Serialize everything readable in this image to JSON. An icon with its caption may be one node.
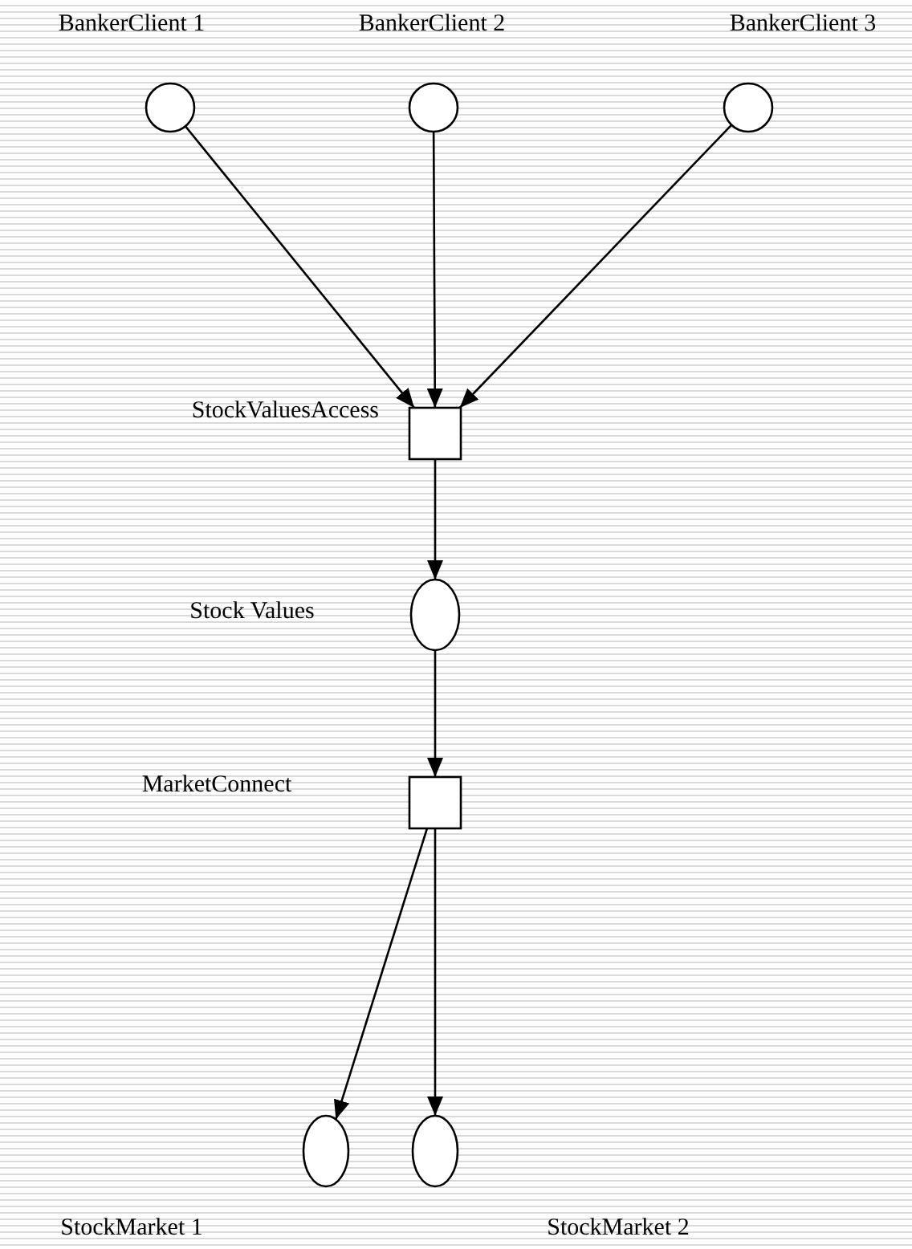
{
  "diagram": {
    "nodes": [
      {
        "text": [
          "BankerClient 1"
        ]
      },
      {
        "text": [
          "BankerClient 2"
        ]
      },
      {
        "text": [
          "BankerClient 3"
        ]
      },
      {
        "text": [
          "StockValuesAccess"
        ]
      },
      {
        "text": [
          "Stock Values"
        ]
      },
      {
        "text": [
          "MarketConnect"
        ]
      },
      {
        "text": [
          "StockMarket 1"
        ]
      },
      {
        "text": [
          "StockMarket 2"
        ]
      }
    ],
    "edges": [
      {
        "from": 0,
        "to": 3,
        "arrow": "to"
      },
      {
        "from": 1,
        "to": 3,
        "arrow": "to"
      },
      {
        "from": 2,
        "to": 3,
        "arrow": "to"
      },
      {
        "from": 3,
        "to": 4,
        "arrow": "to"
      },
      {
        "from": 4,
        "to": 5,
        "arrow": "to"
      },
      {
        "from": 5,
        "to": 6,
        "arrow": "to"
      },
      {
        "from": 5,
        "to": 7,
        "arrow": "to"
      }
    ]
  }
}
